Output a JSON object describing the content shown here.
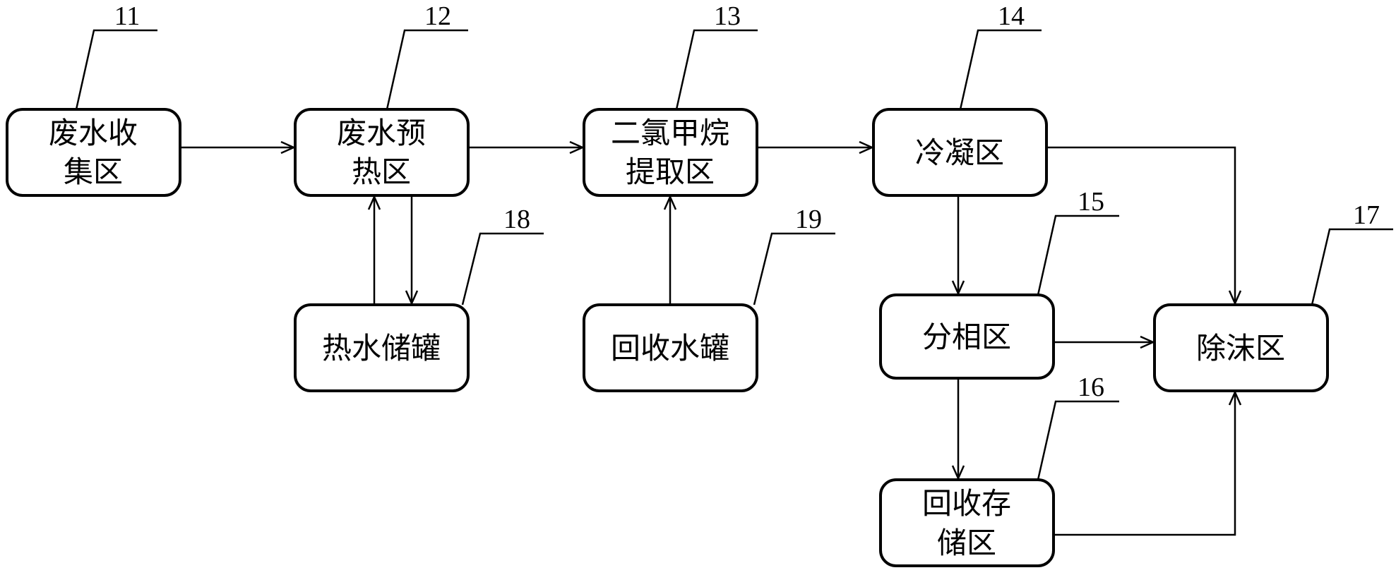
{
  "boxes": {
    "b11": {
      "number": "11",
      "lines": [
        "废水收",
        "集区"
      ]
    },
    "b12": {
      "number": "12",
      "lines": [
        "废水预",
        "热区"
      ]
    },
    "b13": {
      "number": "13",
      "lines": [
        "二氯甲烷",
        "提取区"
      ]
    },
    "b14": {
      "number": "14",
      "lines": [
        "冷凝区"
      ]
    },
    "b15": {
      "number": "15",
      "lines": [
        "分相区"
      ]
    },
    "b16": {
      "number": "16",
      "lines": [
        "回收存",
        "储区"
      ]
    },
    "b17": {
      "number": "17",
      "lines": [
        "除沫区"
      ]
    },
    "b18": {
      "number": "18",
      "lines": [
        "热水储罐"
      ]
    },
    "b19": {
      "number": "19",
      "lines": [
        "回收水罐"
      ]
    }
  },
  "colors": {
    "stroke": "#000000",
    "background": "#ffffff"
  }
}
